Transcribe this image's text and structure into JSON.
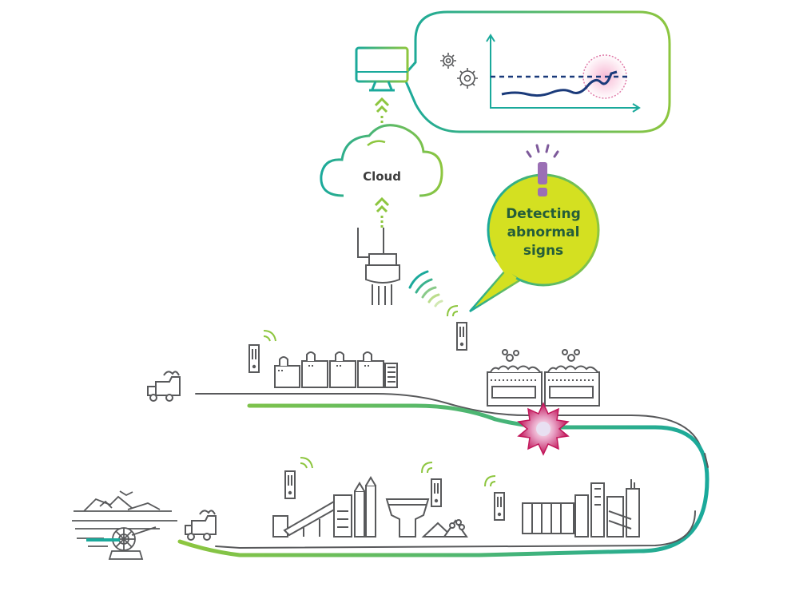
{
  "cloud": {
    "label": "Cloud"
  },
  "alert": {
    "label_lines": [
      "Detecting",
      "abnormal",
      "signs"
    ]
  },
  "colors": {
    "green": "#8dc63f",
    "teal": "#1aa99b",
    "gray": "#58595b",
    "lime": "#d4e021",
    "magenta": "#c2185b",
    "purple": "#7e5a9b",
    "navy": "#1a3a7a"
  },
  "icons": [
    "monitor-icon",
    "gear-icon",
    "trend-chart-icon",
    "cloud-icon",
    "gateway-icon",
    "wireless-signal-icon",
    "sensor-icon",
    "truck-icon",
    "mine-excavator-icon",
    "factory-icon",
    "alert-burst-icon",
    "exclamation-icon"
  ]
}
